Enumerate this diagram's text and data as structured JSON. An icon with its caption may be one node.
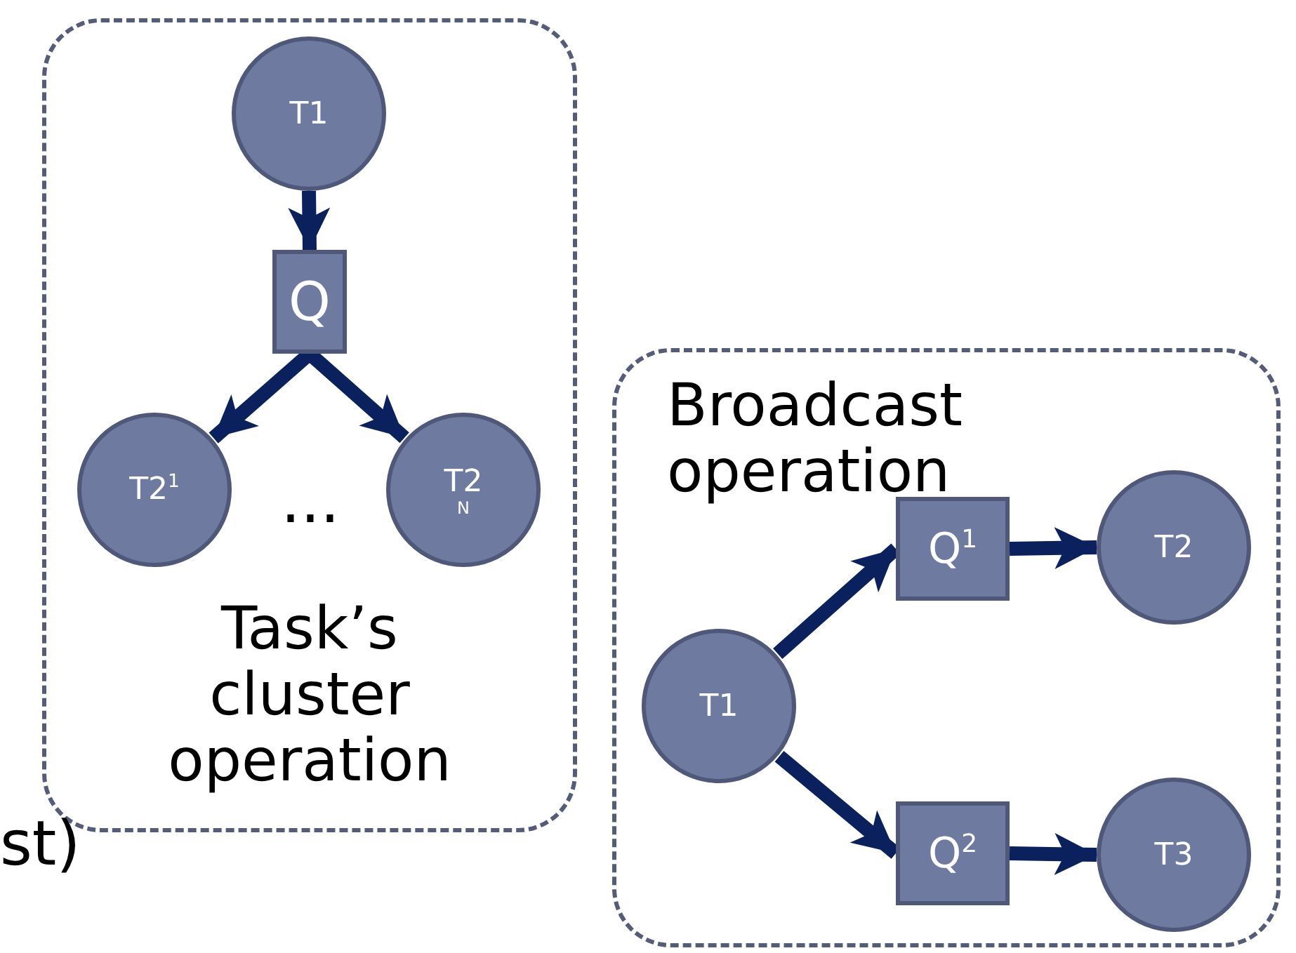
{
  "diagram": {
    "nodes": [
      {
        "text": [
          "Task’s cluster operation"
        ]
      },
      {
        "text": [
          "T1"
        ],
        "in": 0
      },
      {
        "text": [
          "Q"
        ],
        "in": 0
      },
      {
        "text": [
          "T2$^{1}$"
        ],
        "in": 0
      },
      {
        "text": [
          "T2",
          "N"
        ],
        "in": 0
      },
      {
        "text": [
          "Broadcast operation"
        ]
      },
      {
        "text": [
          "T1"
        ],
        "in": 5
      },
      {
        "text": [
          "Q$^{1}$"
        ],
        "in": 5
      },
      {
        "text": [
          "T2"
        ],
        "in": 5
      },
      {
        "text": [
          "Q$^{2}$"
        ],
        "in": 5
      },
      {
        "text": [
          "T3"
        ],
        "in": 5
      }
    ],
    "edges": [
      {
        "from": 1,
        "to": 2,
        "arrow": "to"
      },
      {
        "from": 2,
        "to": 3,
        "arrow": "to"
      },
      {
        "from": 2,
        "to": 4,
        "arrow": "to"
      },
      {
        "from": 6,
        "to": 7,
        "arrow": "to"
      },
      {
        "from": 6,
        "to": 9,
        "arrow": "to"
      },
      {
        "from": 7,
        "to": 8,
        "arrow": "to"
      },
      {
        "from": 9,
        "to": 10,
        "arrow": "to"
      }
    ],
    "labels": [
      "...",
      "st)"
    ]
  }
}
